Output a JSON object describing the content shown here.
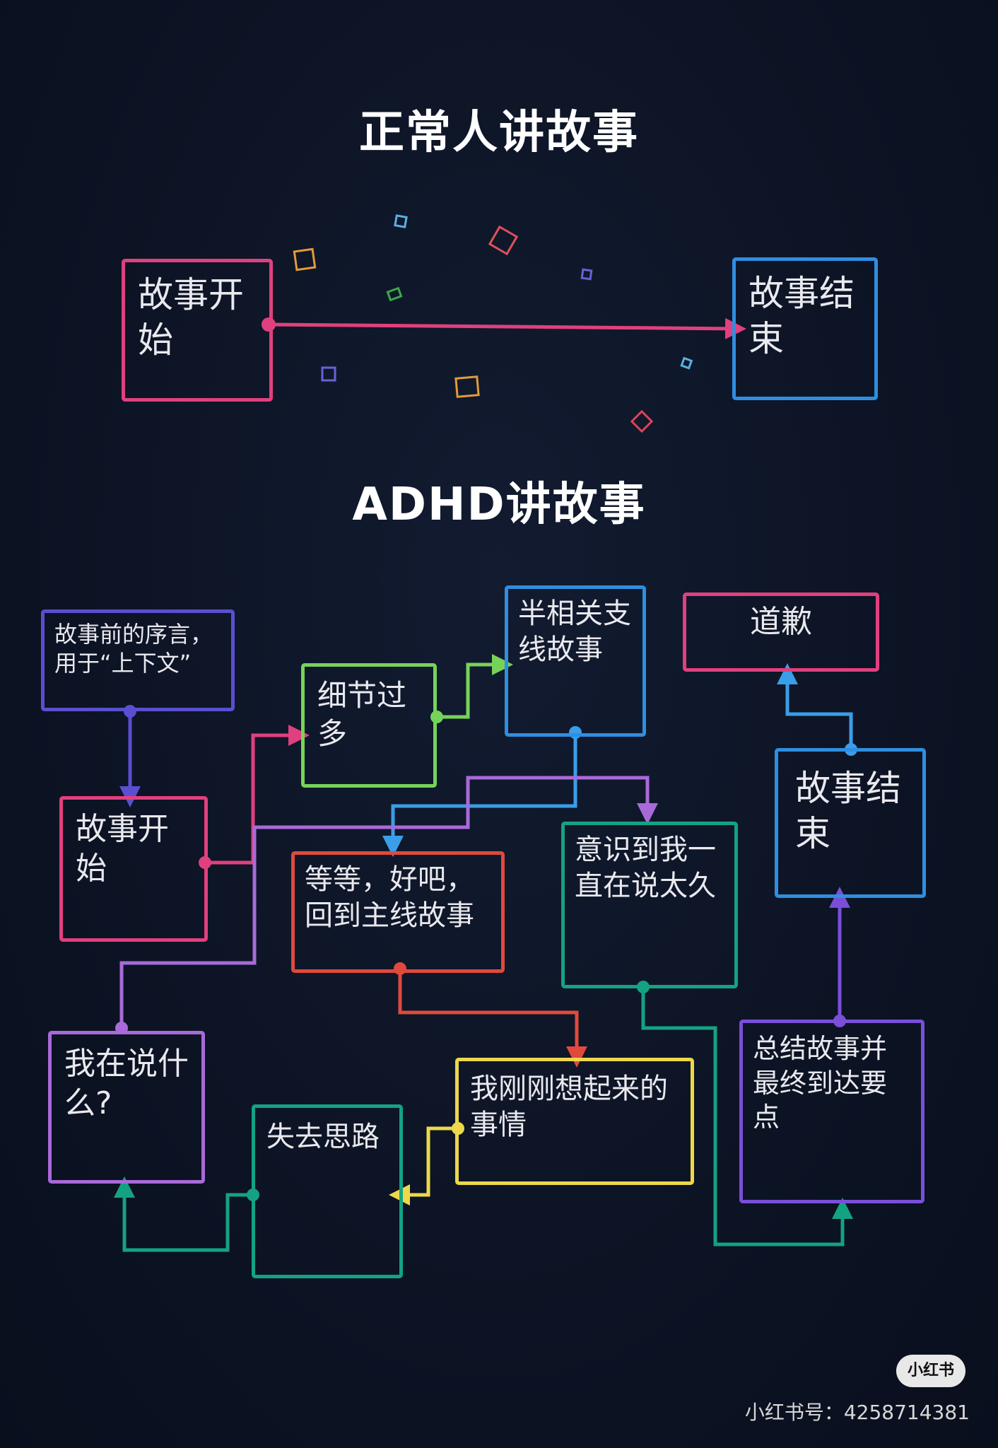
{
  "titles": {
    "normal": "正常人讲故事",
    "adhd": "ADHD讲故事"
  },
  "normal_flow": {
    "start": "故事开始",
    "end": "故事结束"
  },
  "adhd_flow": {
    "preface": "故事前的序言，用于“上下文”",
    "start": "故事开始",
    "details": "细节过多",
    "side_story": "半相关支线故事",
    "apology": "道歉",
    "back_main": "等等，好吧，回到主线故事",
    "realize": "意识到我一直在说太久",
    "end": "故事结束",
    "what_saying": "我在说什么?",
    "just_remembered": "我刚刚想起来的事情",
    "summarize": "总结故事并最终到达要点",
    "lost": "失去思路"
  },
  "colors": {
    "pink": "#e0407e",
    "blue": "#2f8ee0",
    "purple": "#5a4fd0",
    "green": "#76d35a",
    "teal": "#14a283",
    "red": "#e04a3c",
    "yellow": "#ecd84a",
    "violet": "#a86ad8",
    "lightblue": "#3a9ee8"
  },
  "watermark": {
    "logo": "小红书",
    "account": "小红书号：4258714381"
  }
}
